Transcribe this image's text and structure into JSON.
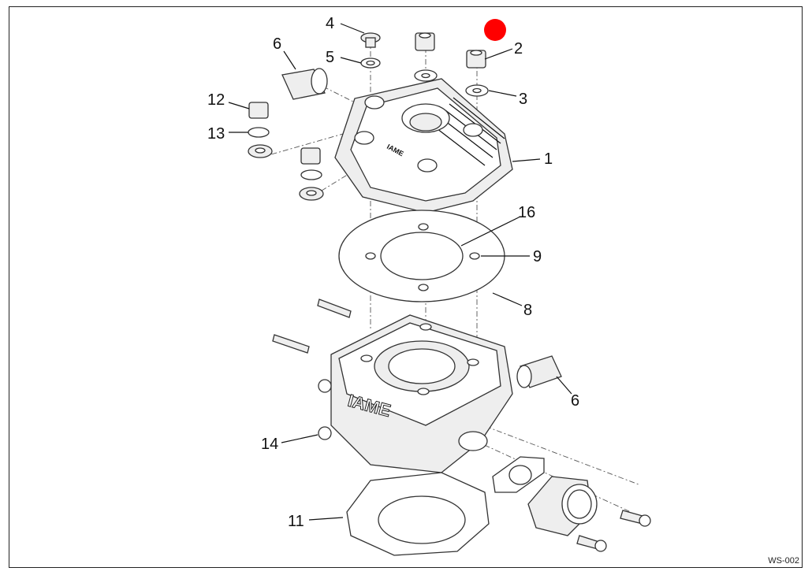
{
  "diagram": {
    "title": "Exploded view: cylinder head and cylinder assembly",
    "reference_code": "WS-002",
    "marker_color": "#ff0000",
    "branding": {
      "cylinder_text": "IAME",
      "head_text": "IAME"
    },
    "callouts": [
      {
        "id": "c1",
        "label": "1"
      },
      {
        "id": "c2",
        "label": "2"
      },
      {
        "id": "c3",
        "label": "3"
      },
      {
        "id": "c4",
        "label": "4"
      },
      {
        "id": "c5",
        "label": "5"
      },
      {
        "id": "c6a",
        "label": "6"
      },
      {
        "id": "c6b",
        "label": "6"
      },
      {
        "id": "c8",
        "label": "8"
      },
      {
        "id": "c9",
        "label": "9"
      },
      {
        "id": "c11",
        "label": "11"
      },
      {
        "id": "c12",
        "label": "12"
      },
      {
        "id": "c13",
        "label": "13"
      },
      {
        "id": "c14",
        "label": "14"
      },
      {
        "id": "c16",
        "label": "16"
      }
    ]
  }
}
